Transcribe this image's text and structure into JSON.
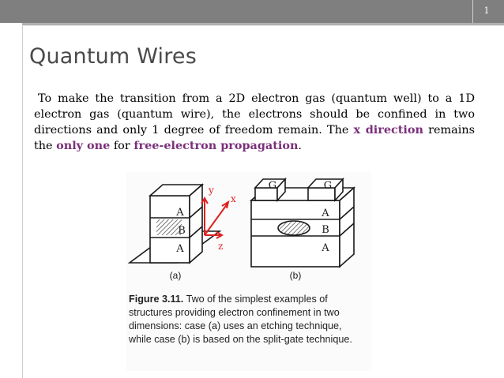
{
  "slide": {
    "number": "1",
    "title": "Quantum Wires",
    "paragraph": {
      "part1": "To make the transition from a 2D electron gas (quantum well) to  a 1D electron gas (quantum wire), the electrons should be confined in two directions and only 1 degree of freedom remain. The ",
      "hl1": "x direction",
      "part2": " remains the ",
      "hl2": "only one",
      "part3": " for ",
      "hl3": "free-electron propagation",
      "part4": "."
    }
  },
  "figure": {
    "labels": {
      "y": "y",
      "x": "x",
      "z": "z",
      "a_top": "A",
      "b": "B",
      "a_bot": "A",
      "g1": "G",
      "g2": "G",
      "b_a_top": "A",
      "b_b": "B",
      "b_a_bot": "A",
      "case_a": "(a)",
      "case_b": "(b)"
    },
    "caption": {
      "lead": "Figure 3.11.",
      "text": "  Two of the simplest examples of structures providing electron confinement in two dimensions: case (a) uses an etching technique, while case (b) is based on the split-gate technique."
    }
  },
  "colors": {
    "accent_text": "#7a2f7a",
    "axis_red": "#e02020",
    "header_gray": "#7f7f7f"
  }
}
